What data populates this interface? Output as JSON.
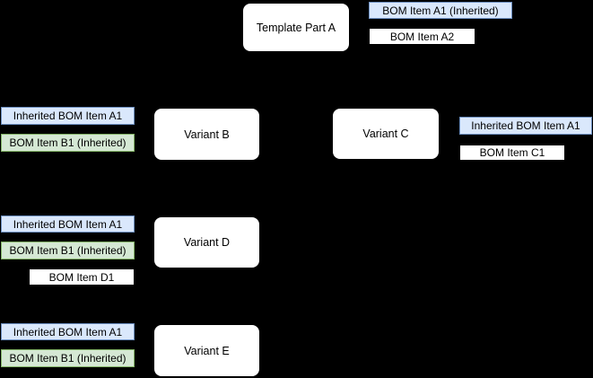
{
  "colors": {
    "background": "#000000",
    "node_fill": "#ffffff",
    "node_border": "#000000",
    "blue_fill": "#dae8fc",
    "blue_border": "#6c8ebf",
    "green_fill": "#d5e8d4",
    "green_border": "#82b366",
    "white_fill": "#ffffff",
    "white_border": "#000000",
    "text": "#000000"
  },
  "nodes": {
    "template_a": "Template Part A",
    "variant_b": "Variant B",
    "variant_c": "Variant C",
    "variant_d": "Variant D",
    "variant_e": "Variant E"
  },
  "bom_items": {
    "a1_inherited": "BOM Item A1 (Inherited)",
    "a2": "BOM Item A2",
    "inherited_a1": "Inherited BOM Item A1",
    "b1_inherited": "BOM Item B1 (Inherited)",
    "c1": "BOM Item C1",
    "d1": "BOM Item D1"
  }
}
